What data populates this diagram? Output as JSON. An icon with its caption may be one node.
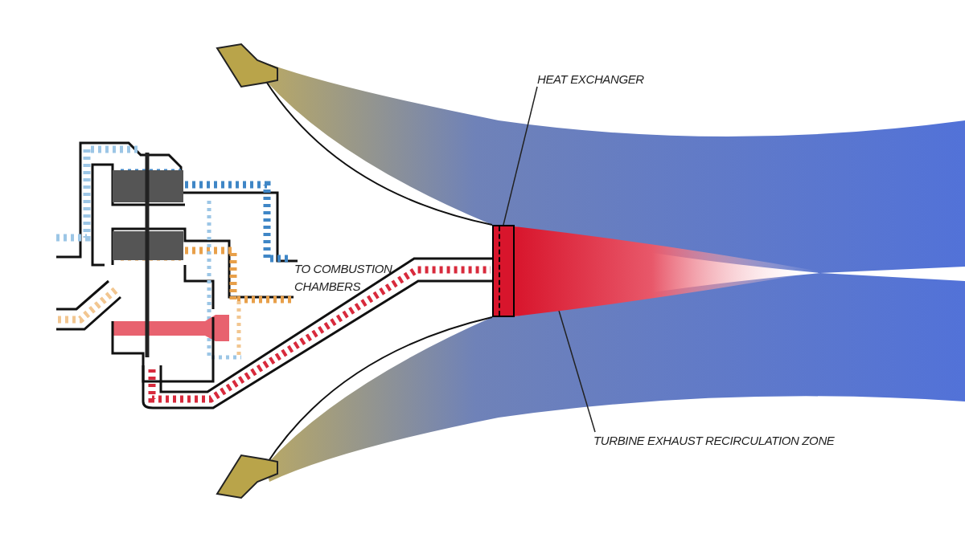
{
  "diagram": {
    "nodes": [
      {
        "text": [
          "HEAT EXCHANGER"
        ]
      },
      {
        "text": [],
        "shape": "box"
      },
      {
        "text": [
          "TURBINE EXHAUST RECIRCULATION ZONE"
        ]
      },
      {
        "text": [],
        "shape": "cloud"
      }
    ],
    "edges": [
      {
        "from": 0,
        "to": 1,
        "arrow": "none"
      },
      {
        "from": 2,
        "to": 3,
        "arrow": "none"
      }
    ],
    "labels": [
      "TO COMBUSTION CHAMBERS"
    ]
  }
}
